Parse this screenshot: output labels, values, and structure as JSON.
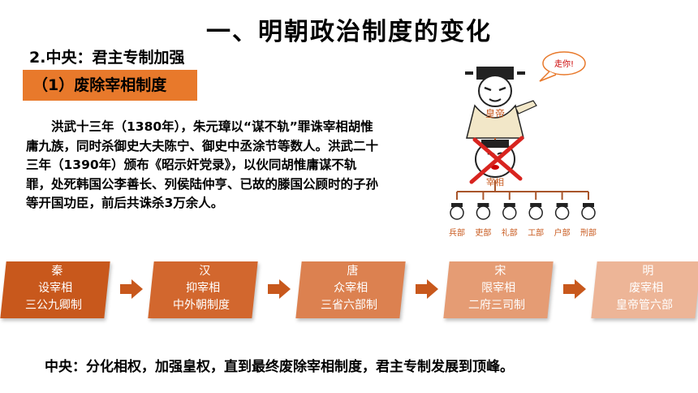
{
  "title": "一、明朝政治制度的变化",
  "subtitle": "2.中央：君主专制加强",
  "section": "（1）废除宰相制度",
  "paragraph": "洪武十三年（1380年），朱元璋以“谋不轨”罪诛宰相胡惟庸九族，同时杀御史大夫陈宁、御史中丞涂节等数人。洪武二十三年（1390年）颁布《昭示奸党录》，以伙同胡惟庸谋不轨罪，处死韩国公李善长、列侯陆仲亨、已故的滕国公顾时的子孙等开国功臣，前后共诛杀3万余人。",
  "diagram": {
    "speech": "走你!",
    "emperor_label": "皇帝",
    "chancellor_label": "宰相",
    "ministries": [
      "兵部",
      "吏部",
      "礼部",
      "工部",
      "户部",
      "刑部"
    ]
  },
  "dynasties": [
    {
      "name": "秦",
      "line1": "设宰相",
      "line2": "三公九卿制",
      "color": "#c8581c"
    },
    {
      "name": "汉",
      "line1": "抑宰相",
      "line2": "中外朝制度",
      "color": "#d2672e"
    },
    {
      "name": "唐",
      "line1": "众宰相",
      "line2": "三省六部制",
      "color": "#dc8150"
    },
    {
      "name": "宋",
      "line1": "限宰相",
      "line2": "二府三司制",
      "color": "#e59c74"
    },
    {
      "name": "明",
      "line1": "废宰相",
      "line2": "皇帝管六部",
      "color": "#edb597"
    }
  ],
  "arrow_color": "#c8581c",
  "conclusion": "中央：分化相权，加强皇权，直到最终废除宰相制度，君主专制发展到顶峰。"
}
